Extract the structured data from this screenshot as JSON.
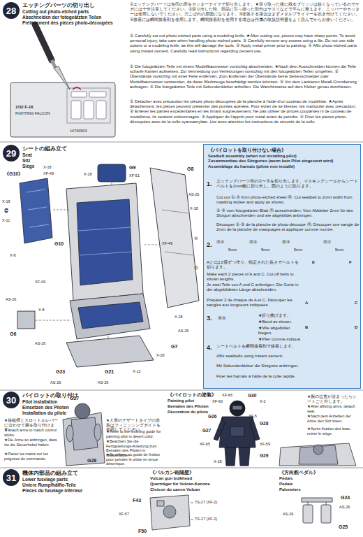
{
  "diagram": {
    "nodes": [
      {
        "text": [
          "28"
        ]
      },
      {
        "text": [
          "29"
        ]
      },
      {
        "text": [
          "《パイロットを取り付けない場合》",
          "Seatbelt assembly (when not installing pilot)",
          "Zusammenbau des Sitzgurtes (wenn kein Pilot eingesetzt wird)",
          "Assemblage du harnais (pilote non installé)"
        ]
      },
      {
        "text": [
          "30"
        ]
      },
      {
        "text": [
          "31"
        ]
      }
    ],
    "labels": [
      "エッチングパーツの切り出し",
      "Cutting out photo-etched parts",
      "Abschneiden der fotogeätzten Teilen",
      "Prélèvement des pièces photo-découpées",
      "①エッチングパーツは矢印の所をカッターナイフで切り出します。★切り取った後に残るブリッジは鋭くなっているのでケガには十分注意してください。②切り出した時、部品に引っ掛った部分はヤスリなどで平らに整えます。ニッパーやカッターは使用しないでください。刃こぼれの原因になります。③塗装する場合はまずメタルプライマーを吹き付けてください。④接着には瞬間接着剤を使用します。瞬間接着剤を使用する場合は付属の取扱説明書をよく読んでからお使いください。",
      "① Carefully cut out photo-etched parts using a modeling knife. ★After cutting out, pieces may have sharp points. To avoid personal injury, take care when handling photo-etched parts. ② Carefully remove any excess using a file. Do not use side cutters or a modeling knife, as this will damage the tools. ③ Apply metal primer prior to painting. ④ Affix photo-etched parts using instant cement. Carefully read instructions regarding cement use.",
      "① Die fotogeätzten Teile mit einem Modellbaumesser vorsichtig abschneiden. ★Nach dem Ausschneiden können die Teile scharfe Kanten aufweisen. Zur Vermeidung von Verletzungen vorsichtig mit den fotogeätzten Teilen umgehen. ② Überstände vorsichtig mit einer Feile entfernen. Zum Entfernen der Überstände keine Seitenschneider oder Modellbaumesser verwenden, da diese Werkzeuge beschädigt werden könnten. ③ Vor dem Lackieren Metall-Grundierung auftragen. ④ Die fotogeätzten Teile mit Sekundenkleber anheften. Die Warnhinweise auf dem Kleber genau durchlesen.",
      "① Détacher avec précaution les pièces photo-découpées de la planche à l'aide d'un couteau de modéliste. ★Après détachement, les pièces peuvent présenter des pointes acérées. Pour éviter de se blesser, les manipuler avec précaution. ② Enlever les parties excédentaires en les limant soigneusement. Ne pas utiliser de pinces coupantes ni de couteau de modélisme, ils seraient endommagés. ③ Appliquer de l'apprêt pour métal avant de peindre. ④ Fixer les pièces photo-découpées avec de la colle cyanoacrylate. Lire avec attention les instructions de sécurité de la colle.",
      "1/32 F-16",
      "FIGHTING FALCON",
      "14700903",
      "シートの組み立て",
      "Seat",
      "Sitz",
      "Siège",
      "《G10》",
      "X-18",
      "XF-49",
      "X-18",
      "㉜",
      "X-11",
      "G10",
      "X-8",
      "AS-26",
      "X-8",
      "G6",
      "AS-26",
      "XF-49",
      "G23",
      "AS-26",
      "G21",
      "AS-26",
      "X-12",
      "X-28",
      "G7",
      "X-28",
      "AS-26",
      "G9",
      "XF-51",
      "G8",
      "AS-26",
      "X-18",
      "XF-49",
      "⑩",
      "⑪",
      "X-18",
      "1.",
      "エッチングパーツⓐの①〜⑤を切り出します。マスキングシールからシートベルトを2mm幅に切り出し、図のように貼ります。",
      "Cut out ①-⑤ from photo-etched sheet ⓐ. Cut seatbelt to 2mm width from masking sticker and apply as shown.",
      "①-⑤ vom fotogeätzten Blatt ⓐ ausschneiden. Vom Abkleber 2mm für den Sitzgurt abschneiden und wie abgebildet anbringen.",
      "Découper ①-⑤ de la planche de photo-découpe ⓐ. Découper une sangle de 2mm de la planche de masquages et appliquer comme montré.",
      "2.",
      "ⓐ④",
      "ⓐ②",
      "ⓐ③",
      "ⓐ①",
      "5mm",
      "5mm",
      "5mm",
      "5mm",
      "AとCは2個ずつ作り、指定された長さでベルトを切ります。",
      "Make each 2 pieces of A and C. Cut off belts to shown lengths.",
      "Je zwei Teile von A und C anfertigen. Die Gurte in der abgebildeten Länge abschneiden.",
      "Préparer 2 de chaque de A et C. Découper les sangles aux longueurs indiquées.",
      "3.",
      "ⓐ⑤",
      "★折り曲げます。",
      "★Bend as shown.",
      "★Wie abgebildet biegen.",
      "★Plier comme indiqué.",
      "4.",
      "シートベルトを瞬間接着剤で接着します。",
      "Affix seatbelts using instant cement.",
      "Mit Sekundenkleber die Sitzgurte anbringen.",
      "Fixer les harnais à l'aide de la colle rapide.",
      "E",
      "F",
      "A",
      "C",
      "B",
      "D",
      "パイロットの取り付け",
      "Pilot installation",
      "Einsetzen des Piloten",
      "Installation du pilote",
      "G27",
      "★操縦桿とスロットルレバーに合わせて腕を取り付けます。",
      "★Attach arms to match control sticks.",
      "★Die Arme so anbringen, dass sie die Steuerhebel halten.",
      "★Placer les mains sur les poignées de commande.",
      "G28",
      "《パイロットの塗装》",
      "Painting pilot",
      "Bemalen des Piloten",
      "Décoration du pilote",
      "XF-66",
      "G30",
      "X-2",
      "XF-66",
      "XF-5",
      "G26",
      "G28",
      "G27",
      "XF-65",
      "XF-59",
      "G29",
      "X-18",
      "★人形のデザートタイプの塗装はフィニッシングガイドを参照してください。",
      "★Refer to the finishing guide for painting pilot in desert color.",
      "★Beachten Sie die Fertigstellungs-Anleitung zum Bemalen des Piloten in Wüstenfarbe.",
      "★Se référer au guide de finition pour peindre le pilote en tenue désertique.",
      "★腕の位置が決まったらシートごと外します。",
      "★After affixing arms, detach seat.",
      "★Nach dem Anheften der Arme den Sitz lösen.",
      "★Après fixation des bras, retirer le siège.",
      "機体内部品の組み立て",
      "Lower fuselage parts",
      "Untere Rumpfhälfte-Teile",
      "Pièces du fuselage inférieur",
      "《バルカン砲隔壁》",
      "Vulcan gun bulkhead",
      "Querträger für Vulcan-Kanone",
      "Cloison du canon Vulcan",
      "F43",
      "TS-27 (XF-2)",
      "XF-57",
      "TS-27 (XF-2)",
      "F50",
      "《方向舵ペダル》",
      "Pedals",
      "Pedale",
      "Palonniers",
      "G24",
      "AS-26",
      "AS-26",
      "G25"
    ]
  }
}
